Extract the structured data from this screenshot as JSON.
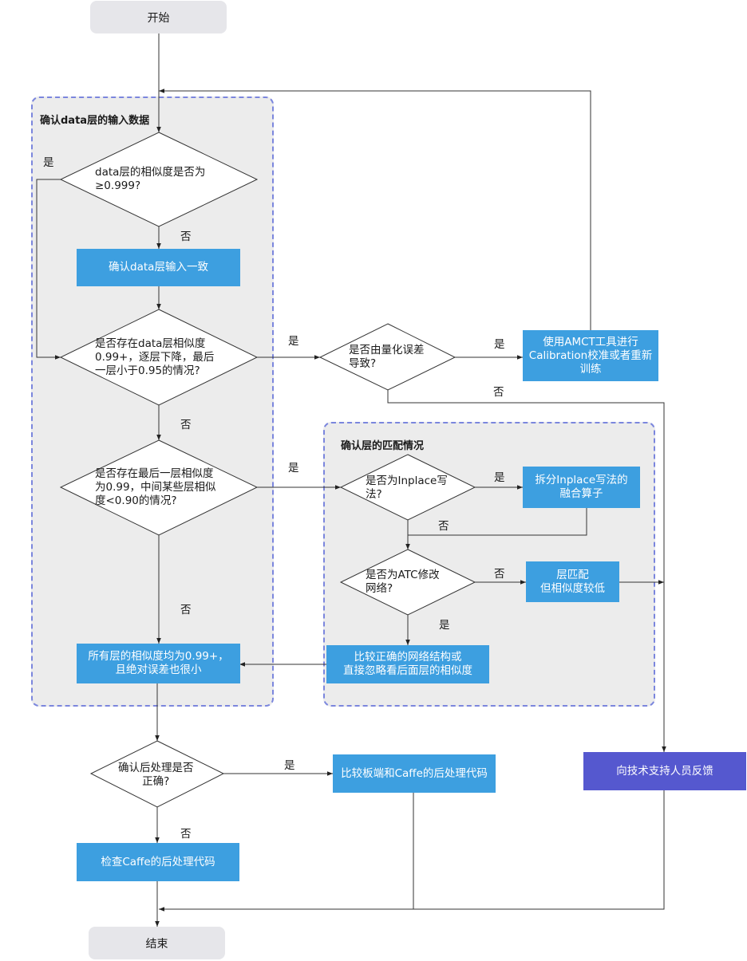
{
  "start": "开始",
  "end": "结束",
  "groups": {
    "data_layer_title": "确认data层的输入数据",
    "layer_match_title": "确认层的匹配情况"
  },
  "decisions": {
    "d1": "data层的相似度是否为\n≥0.999?",
    "d2": "是否存在data层相似度\n0.99+，逐层下降，最后\n一层小于0.95的情况?",
    "d3": "是否存在最后一层相似度\n为0.99，中间某些层相似\n度<0.90的情况?",
    "d4": "是否由量化误差\n导致?",
    "d5": "是否为Inplace写\n法?",
    "d6": "是否为ATC修改\n网络?",
    "d7": "确认后处理是否\n正确?"
  },
  "processes": {
    "p1": "确认data层输入一致",
    "p2": "使用AMCT工具进行\nCalibration校准或者重新\n训练",
    "p3": "拆分Inplace写法的\n融合算子",
    "p4": "层匹配\n但相似度较低",
    "p5": "比较正确的网络结构或\n直接忽略看后面层的相似度",
    "p6": "所有层的相似度均为0.99+，\n且绝对误差也很小",
    "p7": "比较板端和Caffe的后处理代码",
    "p8": "检查Caffe的后处理代码",
    "p9": "向技术支持人员反馈"
  },
  "labels": {
    "yes": "是",
    "no": "否"
  },
  "colors": {
    "process_fill": "#3d9fe0",
    "support_fill": "#5558cf",
    "terminal_fill": "#e6e6ea",
    "group_border": "#7b86dd",
    "group_fill": "#ececec"
  }
}
